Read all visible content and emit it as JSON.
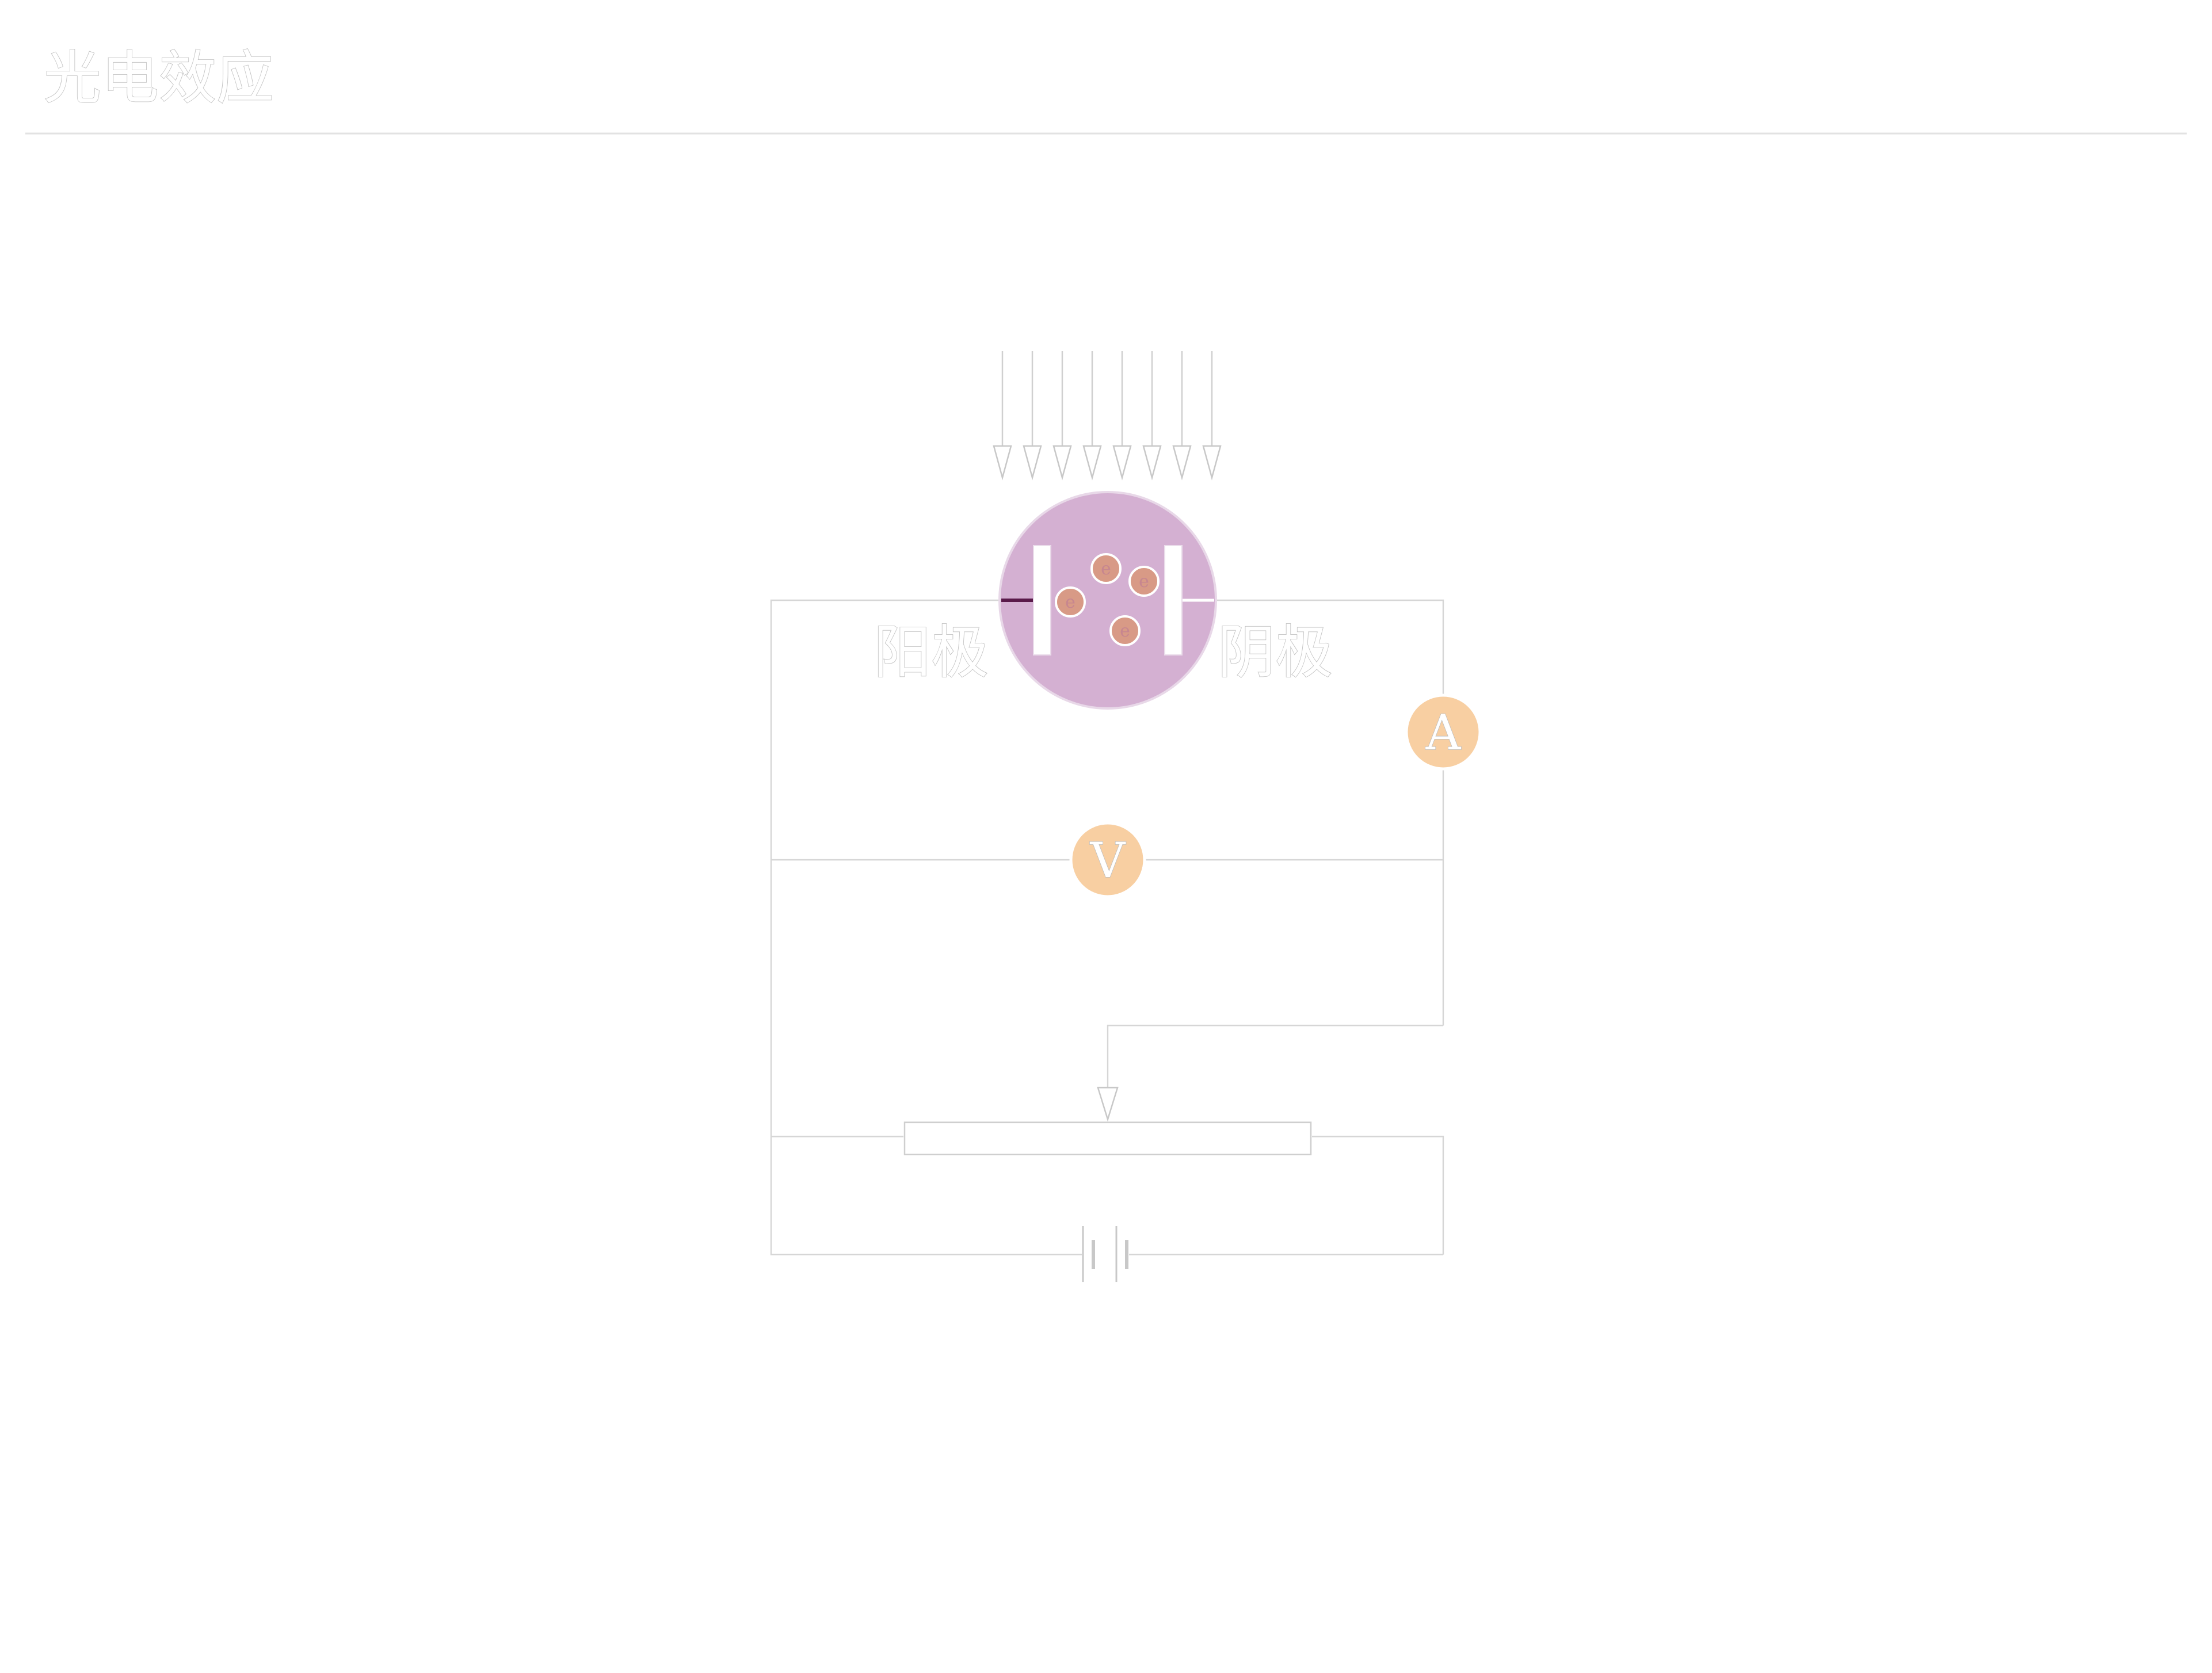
{
  "title": "光电效应",
  "labels": {
    "anode": "阳极",
    "cathode": "阴极"
  },
  "meters": {
    "ammeter": "A",
    "voltmeter": "V"
  },
  "electrons": [
    "e",
    "e",
    "e",
    "e"
  ],
  "light_rays": 8,
  "colors": {
    "tube": "#d4b0d2",
    "meter": "#f8cfa2",
    "electron": "#d89a86",
    "wire": "#d6d6d6",
    "text_outline": "#bdbdbd",
    "anode_lead": "#5a1a4a"
  }
}
